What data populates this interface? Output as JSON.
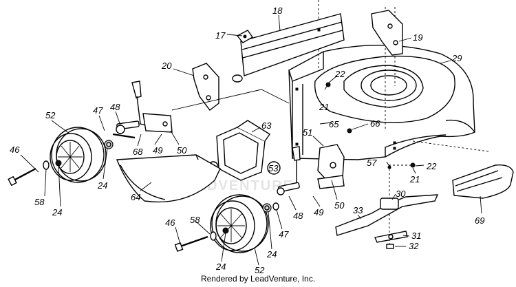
{
  "diagram": {
    "callouts": [
      "17",
      "18",
      "19",
      "20",
      "22",
      "21",
      "29",
      "47",
      "48",
      "52",
      "63",
      "65",
      "66",
      "46",
      "24",
      "68",
      "49",
      "50",
      "51",
      "57",
      "22",
      "21",
      "53",
      "58",
      "24",
      "64",
      "30",
      "48",
      "49",
      "50",
      "33",
      "31",
      "32",
      "46",
      "58",
      "47",
      "24",
      "24",
      "52",
      "69"
    ],
    "watermark": "LEADVENTURE",
    "credit": "Rendered by LeadVenture, Inc."
  }
}
